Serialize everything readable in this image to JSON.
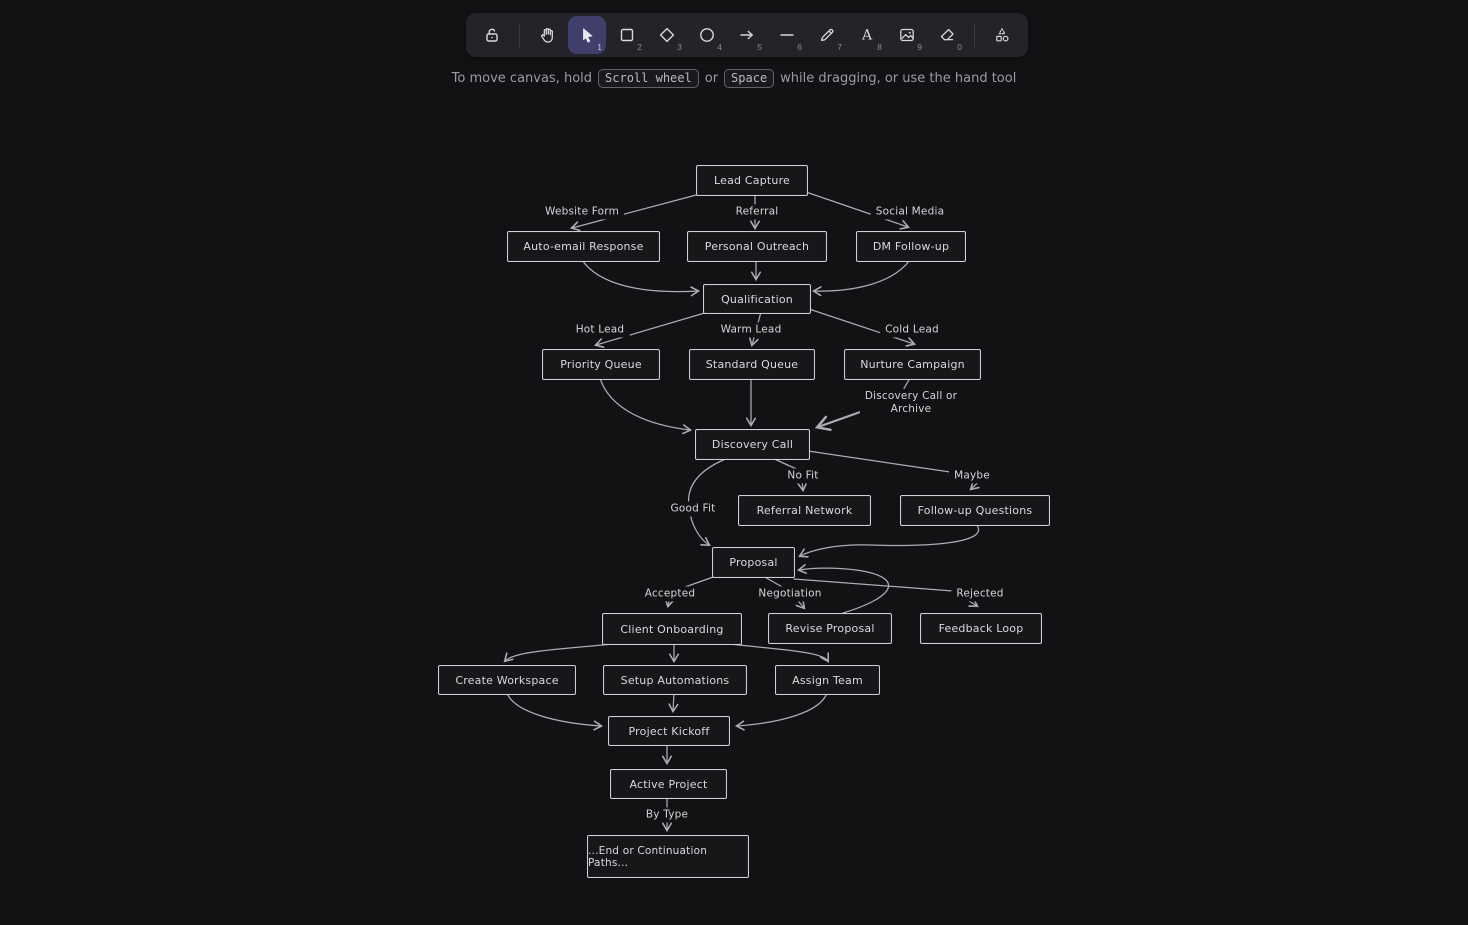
{
  "toolbar": {
    "tools": [
      {
        "name": "lock",
        "shortcut": ""
      },
      {
        "name": "hand",
        "shortcut": ""
      },
      {
        "name": "selection",
        "shortcut": "1",
        "active": true
      },
      {
        "name": "rectangle",
        "shortcut": "2"
      },
      {
        "name": "diamond",
        "shortcut": "3"
      },
      {
        "name": "ellipse",
        "shortcut": "4"
      },
      {
        "name": "arrow",
        "shortcut": "5"
      },
      {
        "name": "line",
        "shortcut": "6"
      },
      {
        "name": "draw",
        "shortcut": "7"
      },
      {
        "name": "text",
        "shortcut": "8"
      },
      {
        "name": "image",
        "shortcut": "9"
      },
      {
        "name": "eraser",
        "shortcut": "0"
      },
      {
        "name": "more-shapes",
        "shortcut": ""
      }
    ]
  },
  "hint": {
    "prefix": "To move canvas, hold",
    "key1": "Scroll wheel",
    "or": "or",
    "key2": "Space",
    "suffix": "while dragging, or use the hand tool"
  },
  "colors": {
    "canvas_bg": "#121214",
    "toolbar_bg": "#232329",
    "active_tool_bg": "#403e6a",
    "shape_stroke": "#cfcfd5",
    "arrow_stroke": "#adadb4"
  },
  "diagram": {
    "nodes": [
      {
        "label": "Lead Capture"
      },
      {
        "label": "Auto-email Response"
      },
      {
        "label": "Personal Outreach"
      },
      {
        "label": "DM Follow-up"
      },
      {
        "label": "Qualification"
      },
      {
        "label": "Priority Queue"
      },
      {
        "label": "Standard Queue"
      },
      {
        "label": "Nurture Campaign"
      },
      {
        "label": "Discovery Call"
      },
      {
        "label": "Referral Network"
      },
      {
        "label": "Follow-up Questions"
      },
      {
        "label": "Proposal"
      },
      {
        "label": "Client Onboarding"
      },
      {
        "label": "Revise Proposal"
      },
      {
        "label": "Feedback Loop"
      },
      {
        "label": "Create Workspace"
      },
      {
        "label": "Setup Automations"
      },
      {
        "label": "Assign Team"
      },
      {
        "label": "Project Kickoff"
      },
      {
        "label": "Active Project"
      },
      {
        "label": "...End or Continuation Paths..."
      }
    ],
    "edge_labels": [
      {
        "text": "Website Form"
      },
      {
        "text": "Referral"
      },
      {
        "text": "Social Media"
      },
      {
        "text": "Hot Lead"
      },
      {
        "text": "Warm Lead"
      },
      {
        "text": "Cold Lead"
      },
      {
        "text": "Discovery Call or\nArchive"
      },
      {
        "text": "No Fit"
      },
      {
        "text": "Maybe"
      },
      {
        "text": "Good Fit"
      },
      {
        "text": "Accepted"
      },
      {
        "text": "Negotiation"
      },
      {
        "text": "Rejected"
      },
      {
        "text": "By Type"
      }
    ]
  }
}
